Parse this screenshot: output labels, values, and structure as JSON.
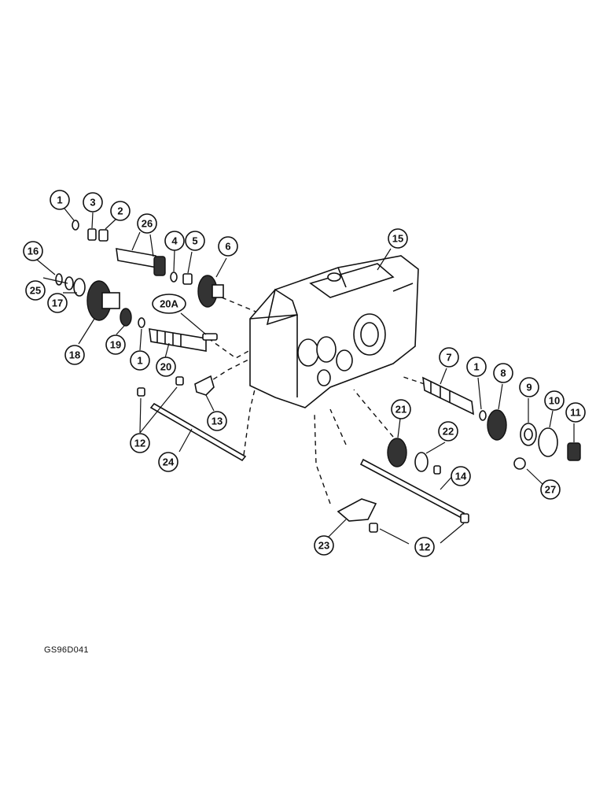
{
  "figure_code": "GS96D041",
  "callouts": {
    "c1a": "1",
    "c3": "3",
    "c2": "2",
    "c26": "26",
    "c4": "4",
    "c5": "5",
    "c6": "6",
    "c16": "16",
    "c25": "25",
    "c17": "17",
    "c18": "18",
    "c19": "19",
    "c1b": "1",
    "c20A": "20A",
    "c20": "20",
    "c12a": "12",
    "c13": "13",
    "c24": "24",
    "c15": "15",
    "c7": "7",
    "c1c": "1",
    "c8": "8",
    "c9": "9",
    "c10": "10",
    "c11": "11",
    "c21": "21",
    "c22": "22",
    "c14": "14",
    "c27": "27",
    "c23": "23",
    "c12b": "12"
  }
}
